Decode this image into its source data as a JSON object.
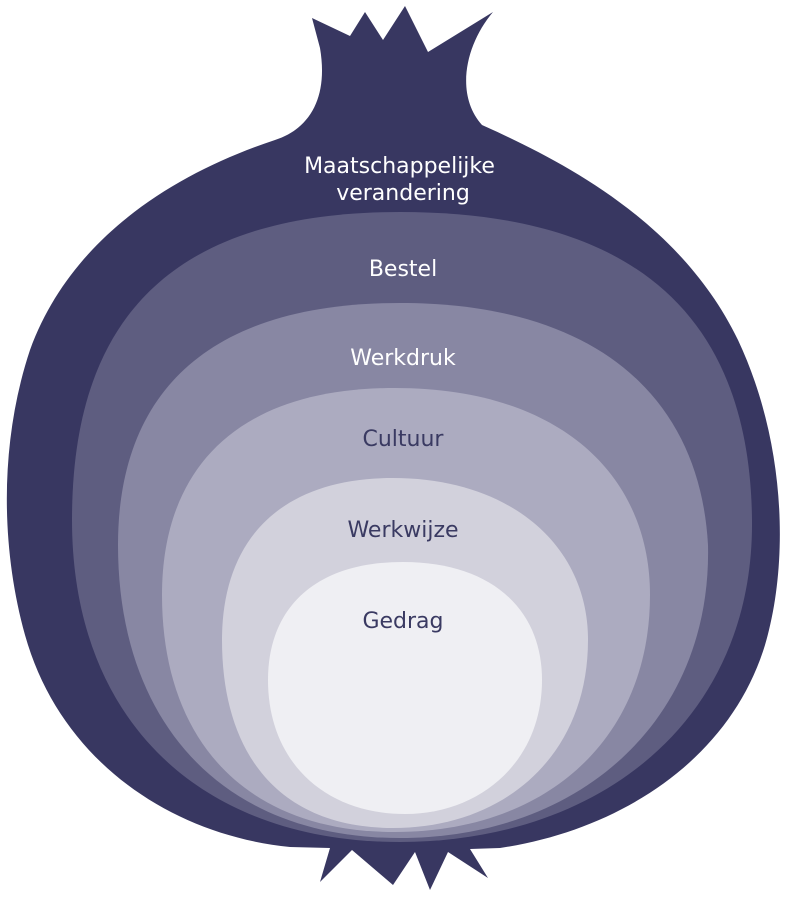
{
  "layers": [
    {
      "label_lines": [
        "Maatschappelijke",
        "verandering"
      ],
      "color": "#383761",
      "text_color": "#ffffff"
    },
    {
      "label_lines": [
        "Bestel"
      ],
      "color": "#5e5d80",
      "text_color": "#ffffff"
    },
    {
      "label_lines": [
        "Werkdruk"
      ],
      "color": "#8887a3",
      "text_color": "#ffffff"
    },
    {
      "label_lines": [
        "Cultuur"
      ],
      "color": "#acabc0",
      "text_color": "#3a3a62"
    },
    {
      "label_lines": [
        "Werkwijze"
      ],
      "color": "#d2d1dc",
      "text_color": "#3a3a62"
    },
    {
      "label_lines": [
        "Gedrag"
      ],
      "color": "#efeff3",
      "text_color": "#3a3a62"
    }
  ]
}
